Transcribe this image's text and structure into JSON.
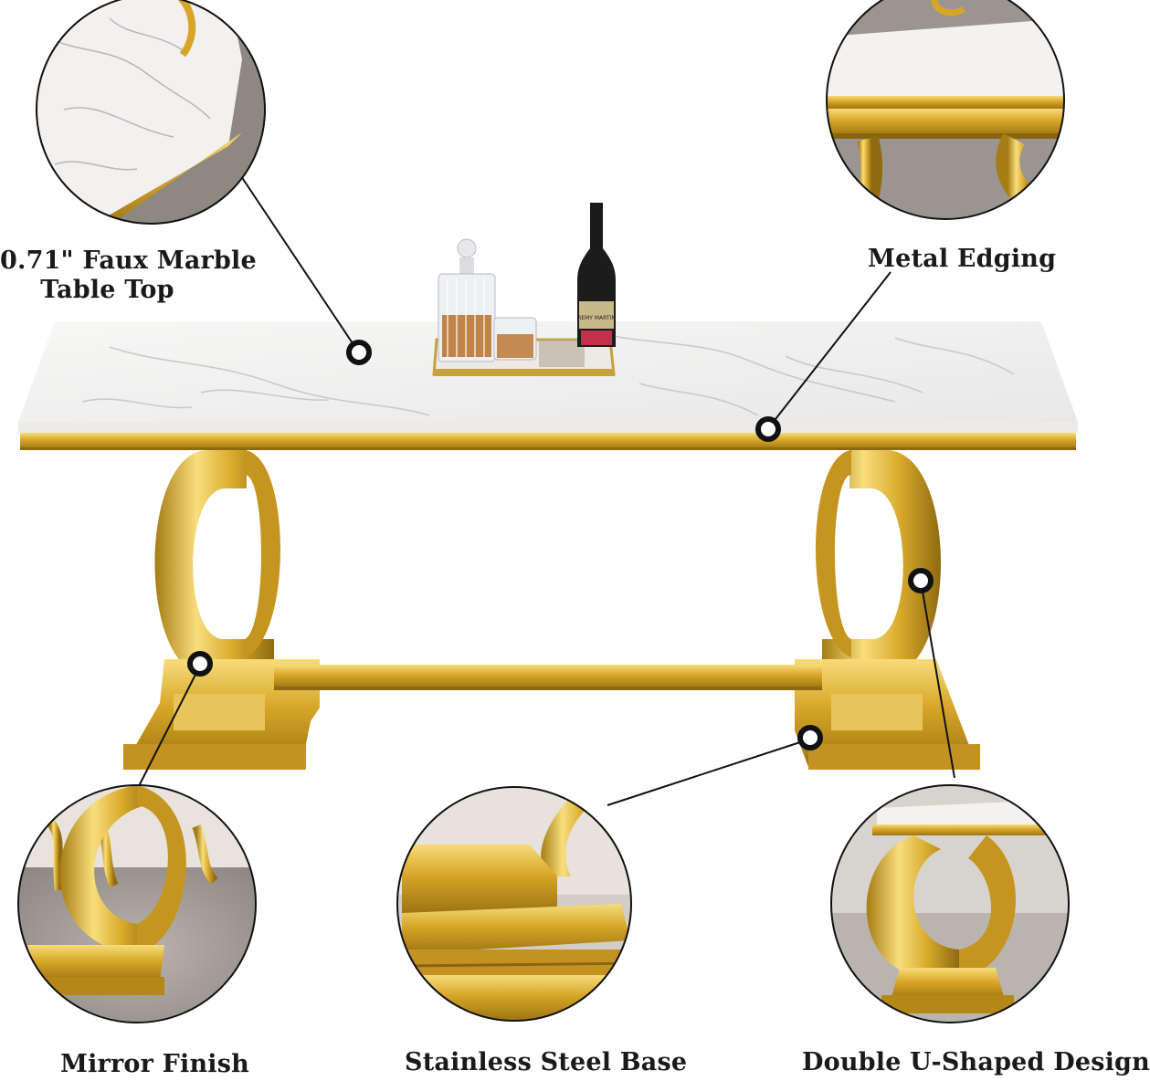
{
  "callouts": {
    "marble_top": {
      "line1": "0.71\" Faux Marble",
      "line2": "Table Top"
    },
    "metal_edging": "Metal Edging",
    "mirror_finish": "Mirror Finish",
    "steel_base": "Stainless Steel Base",
    "double_u": "Double U-Shaped Design"
  },
  "bottle_label": "REMY MARTIN",
  "colors": {
    "gold": "#d9ad2b",
    "gold_light": "#f5d56a",
    "gold_dark": "#9c7412",
    "marble": "#f3f2f0",
    "vein": "#b9b7bd",
    "line": "#111111"
  }
}
